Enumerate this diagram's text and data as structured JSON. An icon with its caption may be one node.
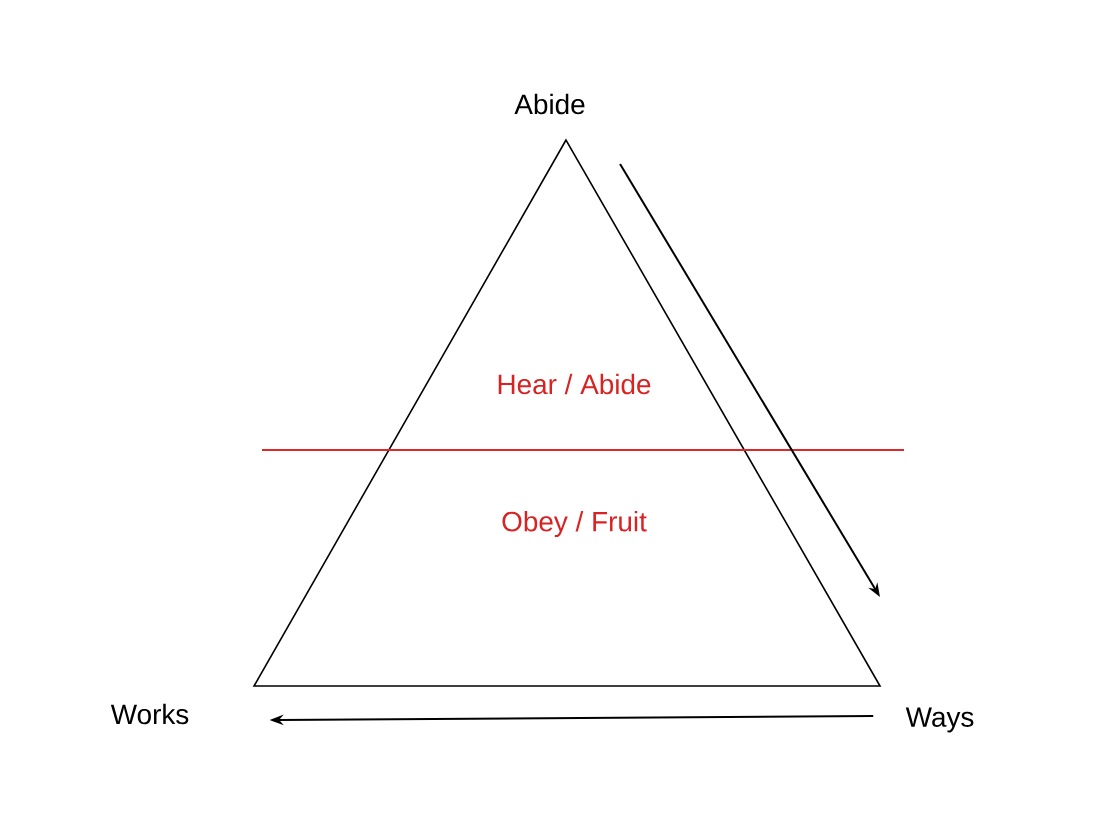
{
  "diagram": {
    "nodes": [
      {
        "text": [
          "Abide"
        ]
      },
      {
        "text": [
          "Works"
        ]
      },
      {
        "text": [
          "Ways"
        ]
      }
    ],
    "edges": [
      {
        "from": 0,
        "to": 2,
        "arrow": "to"
      },
      {
        "from": 2,
        "to": 1,
        "arrow": "to"
      }
    ],
    "labels": [
      "Hear  /  Abide",
      "Obey  /  Fruit"
    ]
  }
}
